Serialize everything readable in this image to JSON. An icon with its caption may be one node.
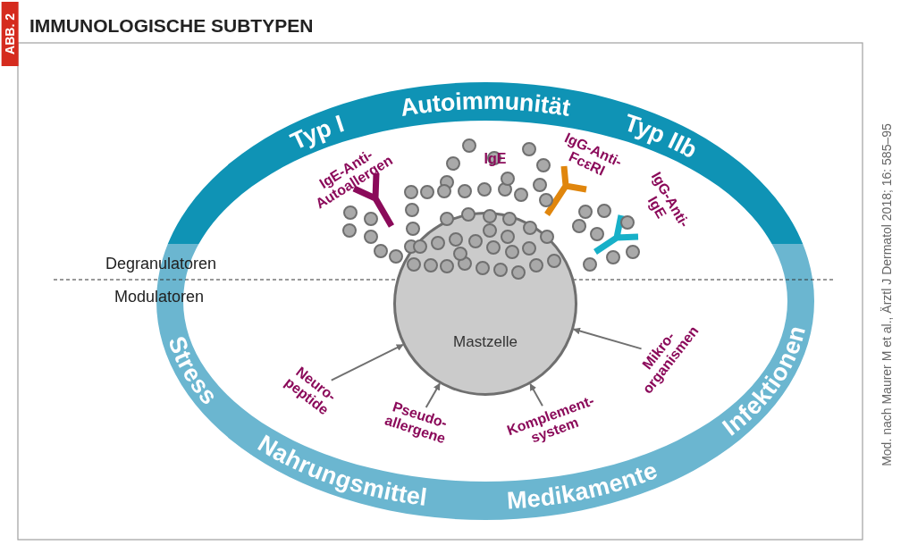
{
  "diagram": {
    "title": "IMMUNOLOGISCHE SUBTYPEN",
    "nodes": [
      {
        "text": [
          "Mastzelle"
        ]
      },
      {
        "text": [
          "Neuro- peptide"
        ]
      },
      {
        "text": [
          "Pseudo- allergene"
        ]
      },
      {
        "text": [
          "Komplement- system"
        ]
      },
      {
        "text": [
          "Mikro- organismen"
        ]
      }
    ],
    "edges": [
      {
        "from": 1,
        "to": 0,
        "arrow": "to"
      },
      {
        "from": 2,
        "to": 0,
        "arrow": "to"
      },
      {
        "from": 3,
        "to": 0,
        "arrow": "to"
      },
      {
        "from": 4,
        "to": 0,
        "arrow": "to"
      }
    ],
    "labels": [
      "ABB. 2",
      "Typ I",
      "Autoimmunität",
      "Typ IIb",
      "IgE-Anti- Autoallergen",
      "IgE",
      "IgG-Anti- FcεRI",
      "IgG-Anti- IgE",
      "Degranulatoren",
      "Modulatoren",
      "Stress",
      "Nahrungsmittel",
      "Medikamente",
      "Infektionen",
      "Mod. nach Maurer M et al., Ärztl J Dermatol 2018; 16: 585–95"
    ]
  }
}
